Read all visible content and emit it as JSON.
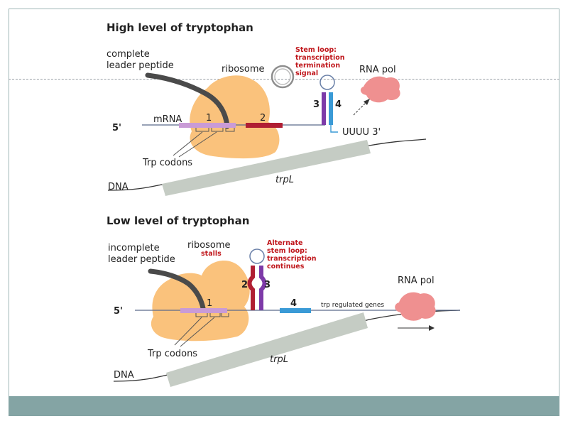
{
  "top": {
    "title": "High level of tryptophan",
    "peptide_label": [
      "complete",
      "leader peptide"
    ],
    "ribosome_label": "ribosome",
    "stem_loop_label": [
      "Stem loop:",
      "transcription",
      "termination",
      "signal"
    ],
    "rna_pol_label": "RNA pol",
    "five_prime": "5'",
    "mrna_label": "mRNA",
    "region_1": "1",
    "region_2": "2",
    "region_3": "3",
    "region_4": "4",
    "uuuu_label": "UUUU 3'",
    "trp_codons_label": "Trp codons",
    "dna_label": "DNA",
    "trpl_label": "trpL"
  },
  "bottom": {
    "title": "Low level of tryptophan",
    "peptide_label": [
      "incomplete",
      "leader peptide"
    ],
    "ribosome_label": "ribosome",
    "stalls_label": "stalls",
    "alt_stem_label": [
      "Alternate",
      "stem loop:",
      "transcription",
      "continues"
    ],
    "rna_pol_label": "RNA pol",
    "five_prime": "5'",
    "region_1": "1",
    "region_2": "2",
    "region_3": "3",
    "region_4": "4",
    "regulated_genes_label": "trp regulated genes",
    "trp_codons_label": "Trp codons",
    "dna_label": "DNA",
    "trpl_label": "trpL"
  },
  "colors": {
    "ribosome": "#fac27c",
    "rna_pol": "#ef9090",
    "dna_bar": "#c5ccc4",
    "region_1": "#c99bd6",
    "region_2": "#b01e33",
    "region_3": "#7d3aa8",
    "region_4": "#3a9ad6",
    "peptide": "#4a4a4a",
    "footer": "#84a4a4",
    "red_text": "#c0171c"
  }
}
